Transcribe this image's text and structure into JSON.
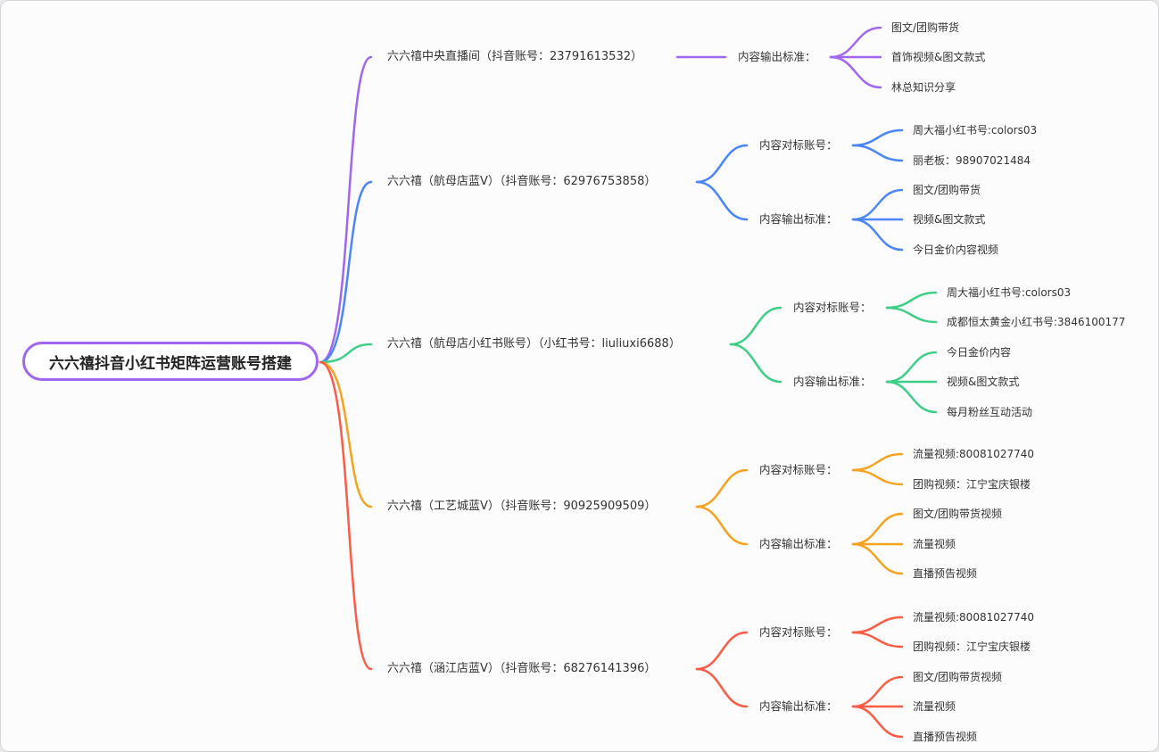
{
  "root": {
    "label": "六六禧抖音小红书矩阵运营账号搭建",
    "color": "#a066f0"
  },
  "branches": [
    {
      "label": "六六禧中央直播间（抖音账号：23791613532）",
      "color": "#a066f0",
      "children": [
        {
          "label": "内容输出标准：",
          "leaves": [
            "图文/团购带货",
            "首饰视频&图文款式",
            "林总知识分享"
          ]
        }
      ]
    },
    {
      "label": "六六禧（航母店蓝V）（抖音账号：62976753858）",
      "color": "#4a86f5",
      "children": [
        {
          "label": "内容对标账号：",
          "leaves": [
            "周大福小红书号:colors03",
            "丽老板：98907021484"
          ]
        },
        {
          "label": "内容输出标准：",
          "leaves": [
            "图文/团购带货",
            "视频&图文款式",
            "今日金价内容视频"
          ]
        }
      ]
    },
    {
      "label": "六六禧（航母店小红书账号）（小红书号：liuliuxi6688）",
      "color": "#3ecf86",
      "children": [
        {
          "label": "内容对标账号：",
          "leaves": [
            "周大福小红书号:colors03",
            "成都恒太黄金小红书号:3846100177"
          ]
        },
        {
          "label": "内容输出标准：",
          "leaves": [
            "今日金价内容",
            "视频&图文款式",
            "每月粉丝互动活动"
          ]
        }
      ]
    },
    {
      "label": "六六禧（工艺城蓝V）（抖音账号：90925909509）",
      "color": "#f5a21f",
      "children": [
        {
          "label": "内容对标账号：",
          "leaves": [
            "流量视频:80081027740",
            "团购视频：江宁宝庆银楼"
          ]
        },
        {
          "label": "内容输出标准：",
          "leaves": [
            "图文/团购带货视频",
            "流量视频",
            "直播预告视频"
          ]
        }
      ]
    },
    {
      "label": "六六禧（涵江店蓝V）（抖音账号：68276141396）",
      "color": "#fa5c45",
      "children": [
        {
          "label": "内容对标账号：",
          "leaves": [
            "流量视频:80081027740",
            "团购视频：江宁宝庆银楼"
          ]
        },
        {
          "label": "内容输出标准：",
          "leaves": [
            "图文/团购带货视频",
            "流量视频",
            "直播预告视频"
          ]
        }
      ]
    }
  ]
}
